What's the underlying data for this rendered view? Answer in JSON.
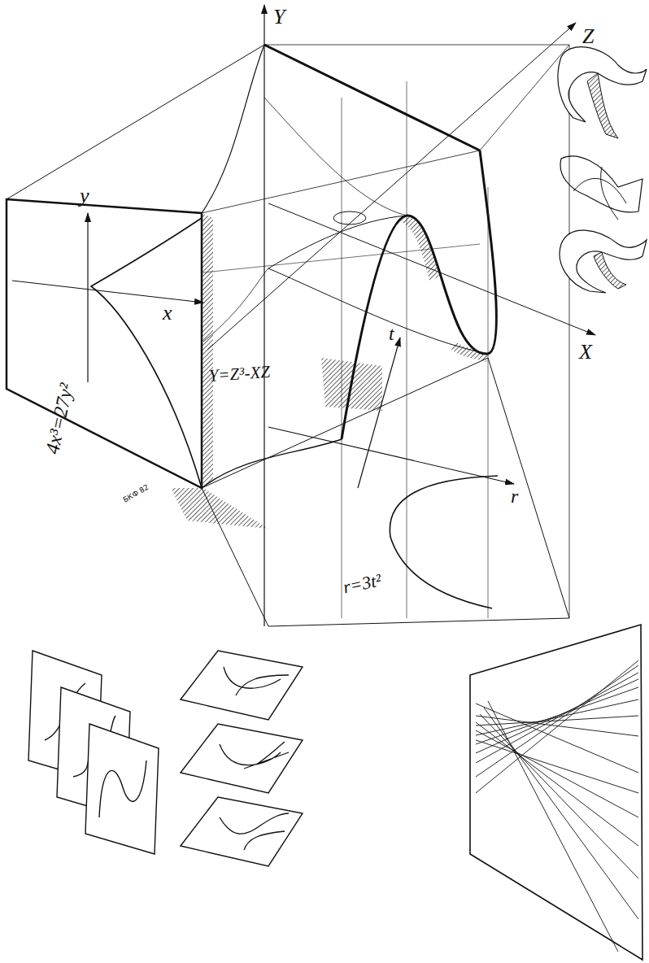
{
  "diagram": {
    "labels": [
      "Y",
      "Z",
      "X",
      "y",
      "x",
      "4x³=27y²",
      "Y=Z³-XZ",
      "t",
      "r",
      "r=3t²",
      "БКФ 82"
    ]
  }
}
